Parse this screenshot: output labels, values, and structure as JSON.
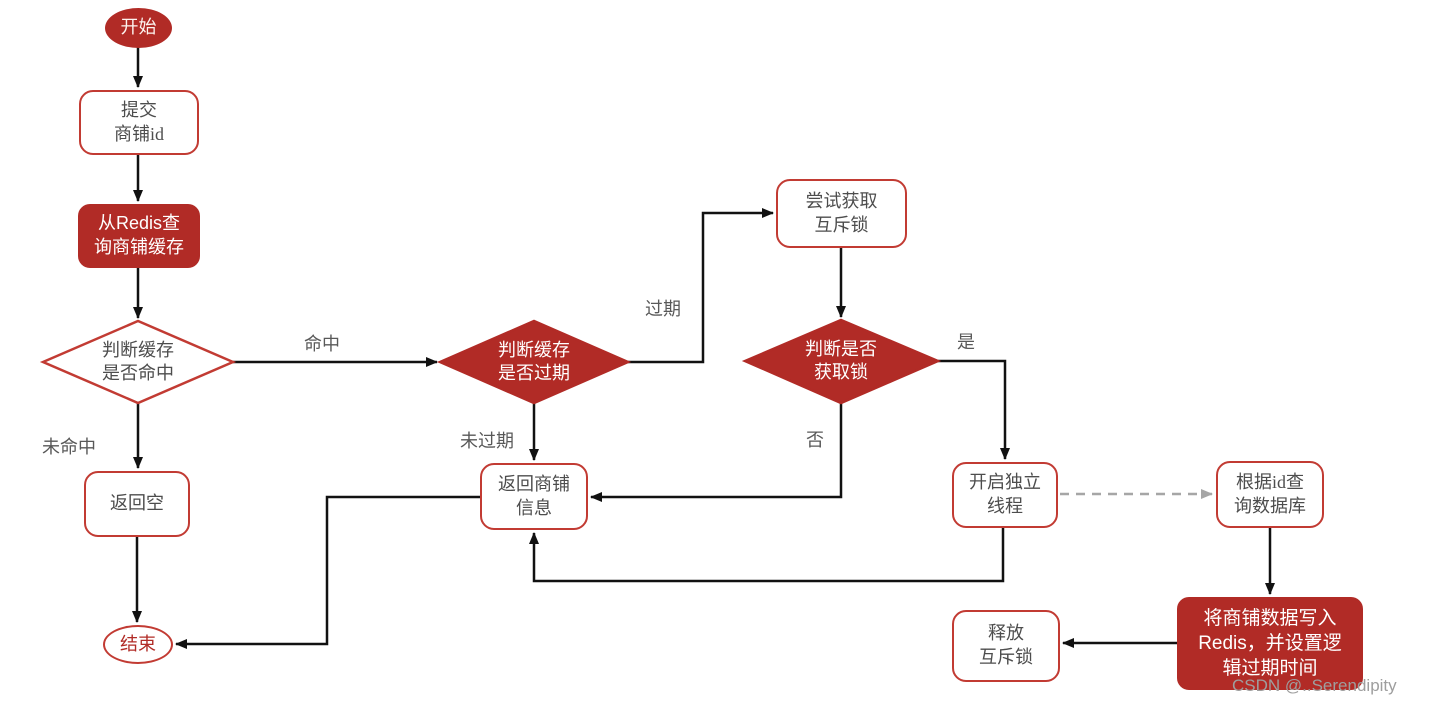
{
  "diagram": {
    "type": "flowchart",
    "language": "zh-CN",
    "topic": "Redis cache query with logical expiration and mutex lock",
    "colors": {
      "node_fill_red": "#b12b26",
      "node_border_red": "#c23b33",
      "node_text_dark": "#4d4d4d",
      "node_text_white": "#ffffff",
      "end_text_red": "#b12b26",
      "edge_black": "#111111",
      "edge_dashed_gray": "#a6a6a6",
      "edge_label_gray": "#595959",
      "watermark_gray": "#9e9e9e",
      "background": "#ffffff"
    },
    "nodes": {
      "start": {
        "label": "开始",
        "shape": "ellipse",
        "style": "red-fill"
      },
      "submit_shop_id": {
        "label": "提交\n商铺id",
        "shape": "rounded-rect",
        "style": "white"
      },
      "query_redis_cache": {
        "label": "从Redis查\n询商铺缓存",
        "shape": "rounded-rect",
        "style": "red-fill"
      },
      "check_cache_hit": {
        "label": "判断缓存\n是否命中",
        "shape": "diamond",
        "style": "white"
      },
      "return_empty": {
        "label": "返回空",
        "shape": "rounded-rect",
        "style": "white"
      },
      "check_cache_expired": {
        "label": "判断缓存\n是否过期",
        "shape": "diamond",
        "style": "red-fill"
      },
      "return_shop_info": {
        "label": "返回商铺\n信息",
        "shape": "rounded-rect",
        "style": "white"
      },
      "try_get_mutex": {
        "label": "尝试获取\n互斥锁",
        "shape": "rounded-rect",
        "style": "white"
      },
      "check_got_lock": {
        "label": "判断是否\n获取锁",
        "shape": "diamond",
        "style": "red-fill"
      },
      "open_thread": {
        "label": "开启独立\n线程",
        "shape": "rounded-rect",
        "style": "white"
      },
      "query_db_by_id": {
        "label": "根据id查\n询数据库",
        "shape": "rounded-rect",
        "style": "white"
      },
      "write_redis_logical_expire": {
        "label": "将商铺数据写入\nRedis，并设置逻\n辑过期时间",
        "shape": "rounded-rect",
        "style": "red-fill"
      },
      "release_mutex": {
        "label": "释放\n互斥锁",
        "shape": "rounded-rect",
        "style": "white"
      },
      "end": {
        "label": "结束",
        "shape": "ellipse",
        "style": "white-red-text"
      }
    },
    "edge_labels": {
      "hit": "命中",
      "miss": "未命中",
      "expired": "过期",
      "not_expired": "未过期",
      "yes": "是",
      "no": "否"
    },
    "edges": [
      {
        "from": "start",
        "to": "submit_shop_id"
      },
      {
        "from": "submit_shop_id",
        "to": "query_redis_cache"
      },
      {
        "from": "query_redis_cache",
        "to": "check_cache_hit"
      },
      {
        "from": "check_cache_hit",
        "to": "return_empty",
        "label": "未命中"
      },
      {
        "from": "check_cache_hit",
        "to": "check_cache_expired",
        "label": "命中"
      },
      {
        "from": "return_empty",
        "to": "end"
      },
      {
        "from": "check_cache_expired",
        "to": "return_shop_info",
        "label": "未过期"
      },
      {
        "from": "check_cache_expired",
        "to": "try_get_mutex",
        "label": "过期"
      },
      {
        "from": "try_get_mutex",
        "to": "check_got_lock"
      },
      {
        "from": "check_got_lock",
        "to": "return_shop_info",
        "label": "否"
      },
      {
        "from": "check_got_lock",
        "to": "open_thread",
        "label": "是"
      },
      {
        "from": "open_thread",
        "to": "query_db_by_id",
        "style": "dashed"
      },
      {
        "from": "open_thread",
        "to": "return_shop_info"
      },
      {
        "from": "query_db_by_id",
        "to": "write_redis_logical_expire"
      },
      {
        "from": "write_redis_logical_expire",
        "to": "release_mutex"
      },
      {
        "from": "return_shop_info",
        "to": "end"
      }
    ],
    "watermark": "CSDN @..Serendipity"
  }
}
